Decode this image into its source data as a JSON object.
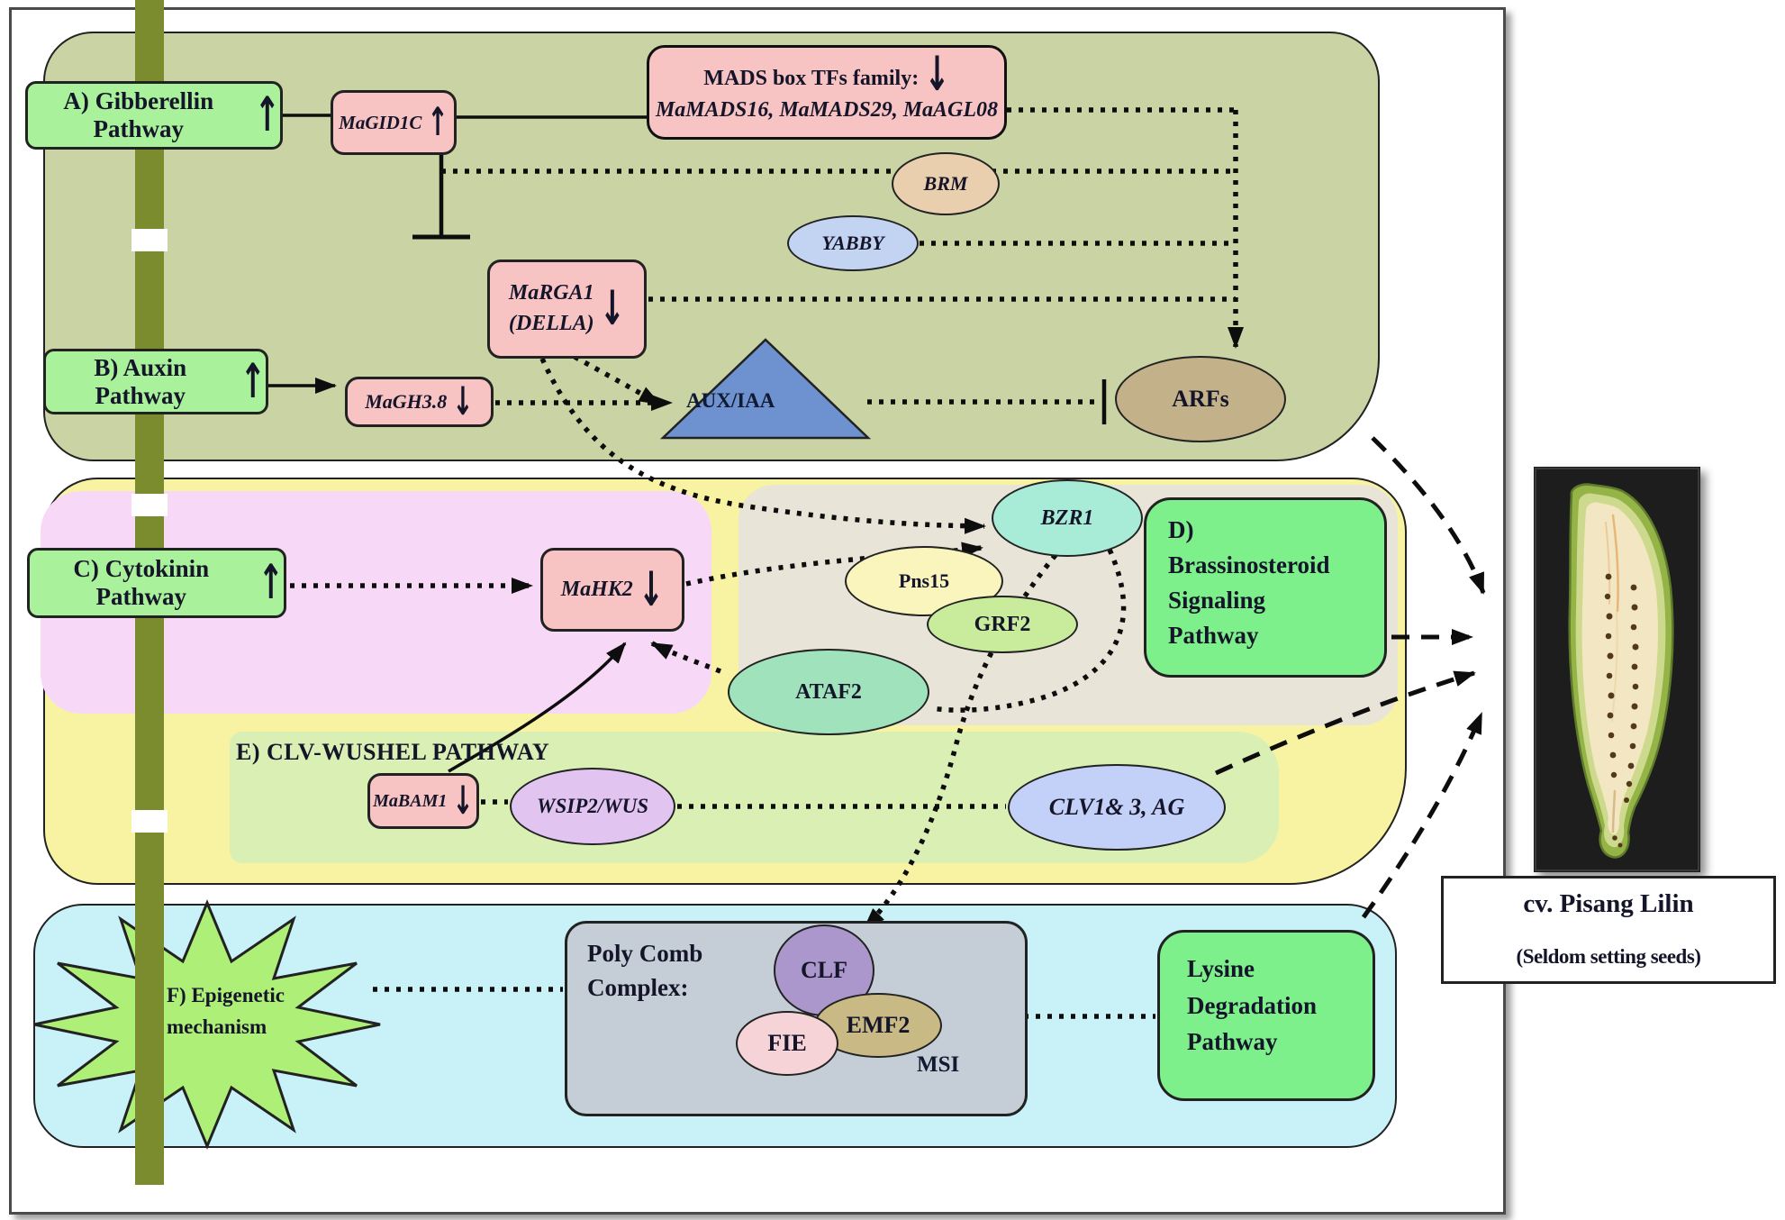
{
  "figure": {
    "sections": {
      "a": {
        "label": "A) Gibberellin Pathway"
      },
      "b": {
        "label": "B) Auxin Pathway"
      },
      "c": {
        "label": "C) Cytokinin Pathway"
      },
      "d": {
        "line1": "D)",
        "line2": "Brassinosteroid",
        "line3": "Signaling",
        "line4": "Pathway"
      },
      "e": {
        "label": "E) CLV-WUSHEL PATHWAY"
      },
      "f": {
        "line1": "F) Epigenetic",
        "line2": "mechanism"
      }
    },
    "nodes": {
      "magid1c": "MaGID1C",
      "mads_title": "MADS box TFs family:",
      "mads_genes": "MaMADS16, MaMADS29, MaAGL08",
      "brm": "BRM",
      "yabby": "YABBY",
      "marga1_line1": "MaRGA1",
      "marga1_line2": "(DELLA)",
      "magh38": "MaGH3.8",
      "auxiaa": "AUX/IAA",
      "arfs": "ARFs",
      "mahk2": "MaHK2",
      "bzr1": "BZR1",
      "pns15": "Pns15",
      "grf2": "GRF2",
      "ataf2": "ATAF2",
      "mabam1": "MaBAM1",
      "wsip2": "WSIP2/WUS",
      "clv": "CLV1& 3, AG",
      "polycomb_line1": "Poly Comb",
      "polycomb_line2": "Complex:",
      "clf": "CLF",
      "fie": "FIE",
      "emf2": "EMF2",
      "msi": "MSI",
      "lysine_line1": "Lysine",
      "lysine_line2": "Degradation",
      "lysine_line3": "Pathway"
    },
    "glyphs": {
      "up_arrow": "↑",
      "down_arrow": "↓"
    },
    "caption": {
      "title": "cv. Pisang Lilin",
      "subtitle": "(Seldom setting seeds)"
    },
    "colors": {
      "sectionA": "#c9d3a4",
      "yellow": "#f8f3a2",
      "pinkC": "#f7d9f7",
      "beigeD": "#e8e4d8",
      "greenE": "#d9efb4",
      "cyanF": "#c9f1f8",
      "labelGreen": "#a9f29b",
      "nodePink": "#f8c3c3",
      "brightGreen": "#7df08b",
      "starGreen": "#aef077",
      "stem": "#7a8c2d",
      "brm": "#e9cfad",
      "yabby": "#c3d4f3",
      "arfs": "#c2b189",
      "triangleBlue": "#6e92cf",
      "bzr1": "#a8ecd8",
      "pns15": "#f9f5bd",
      "grf2": "#c9ec9c",
      "ataf2": "#9fe2bb",
      "wsip2": "#e2c4f0",
      "clv": "#c3d0f7",
      "clf": "#ab97cc",
      "fie": "#f5d3d6",
      "emf2": "#c9ba85",
      "polycomb": "#c5ced6",
      "ink": "#15152a"
    }
  }
}
